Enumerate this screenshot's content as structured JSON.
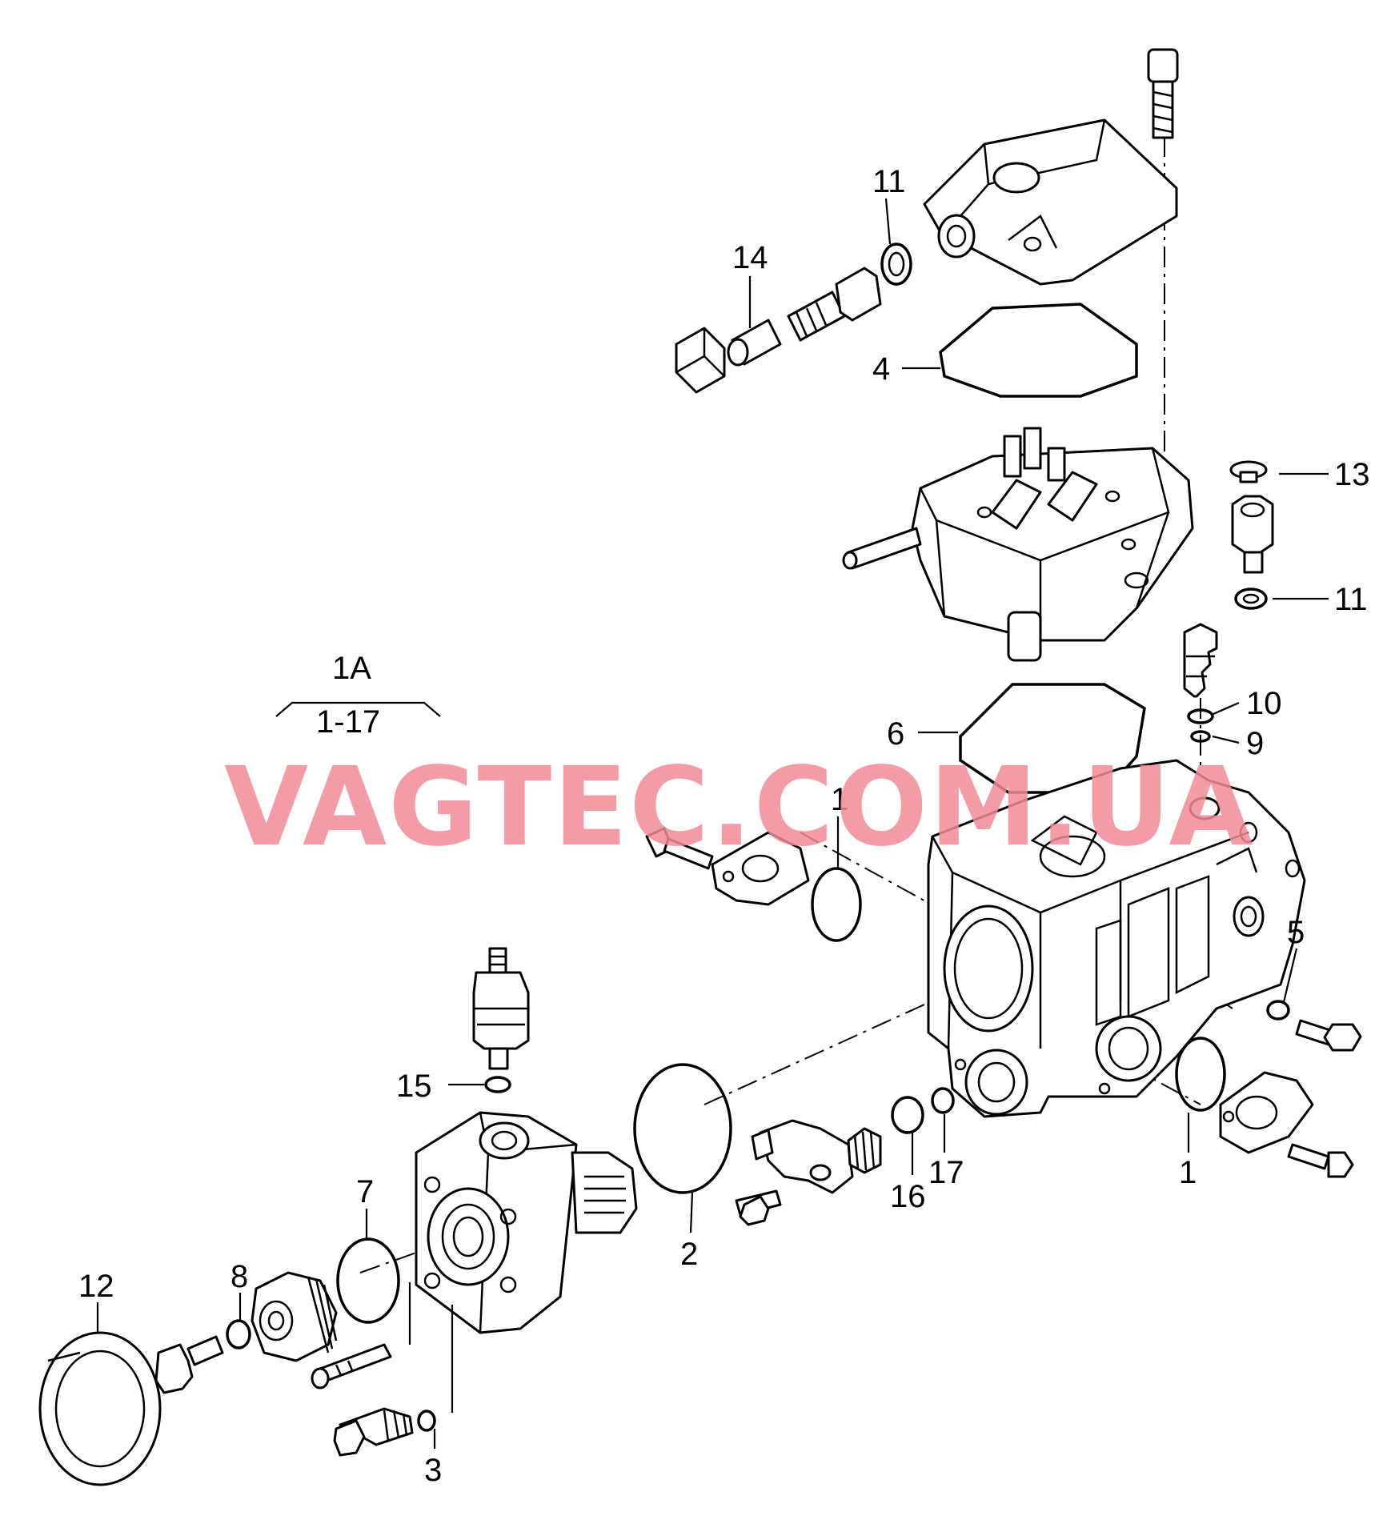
{
  "watermark": "VAGTEC.COM.UA",
  "group": {
    "label": "1A",
    "range": "1-17"
  },
  "callouts": {
    "c1a": "1",
    "c1b": "1",
    "c2": "2",
    "c3": "3",
    "c4": "4",
    "c5": "5",
    "c6": "6",
    "c7": "7",
    "c8": "8",
    "c9": "9",
    "c10": "10",
    "c11a": "11",
    "c11b": "11",
    "c12": "12",
    "c13": "13",
    "c14": "14",
    "c15": "15",
    "c16": "16",
    "c17": "17"
  }
}
